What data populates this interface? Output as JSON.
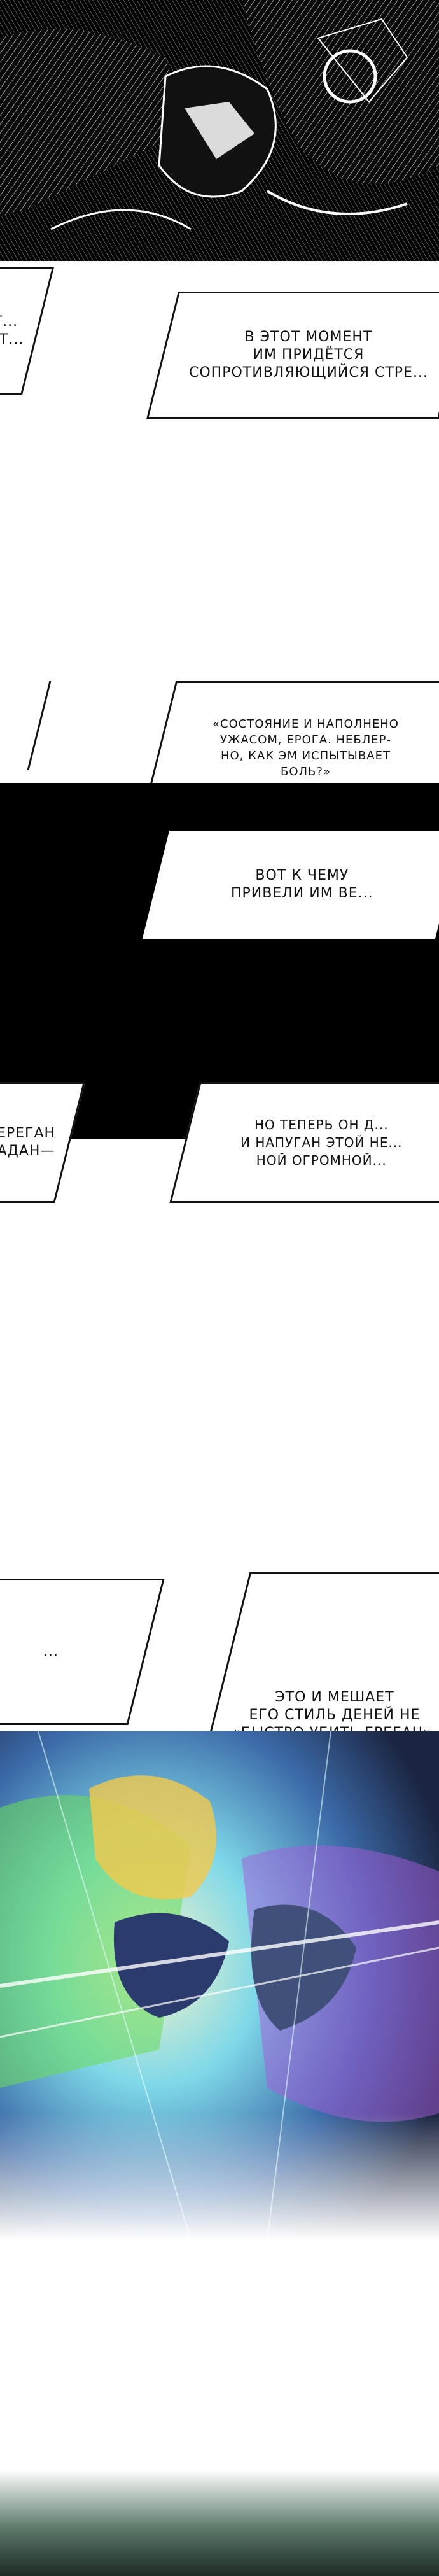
{
  "narration": {
    "box1": "В ЭТОТ МОМЕНТ\nИМ ПРИДЁТСЯ\nСОПРОТИВЛЯЮЩИЙСЯ СТРЕ...",
    "box1_left": "ЭТ...\nНИТ...",
    "box2": "«СОСТОЯНИЕ И НАПОЛНЕНО\nУЖАСОМ, ЕРОГА. НЕБЛЕР-\nНО, КАК ЭМ ИСПЫТЫВАЕТ\nБОЛЬ?»",
    "box3": "ВОТ К ЧЕМУ\nПРИВЕЛИ ИМ ВЕ...",
    "box4": "НО ТЕПЕРЬ ОН Д...\nИ НАПУГАН ЭТОЙ НЕ...\nНОЙ ОГРОМНОЙ...",
    "box4_left": "...ЕРЕГАН\n...АДАН—",
    "box5": "ЭТО И МЕШАЕТ\nЕГО СТИЛЬ ДЕНЕЙ НЕ\n«БЫСТРО УБИТЬ ЕРЕГАН».",
    "box5_left": "..."
  },
  "colors": {
    "ink": "#111111",
    "paper": "#ffffff",
    "band": "#000000",
    "fire": "#f2c94c",
    "cyan": "#4ec9e0",
    "violet": "#a65bd9",
    "green": "#6bdc57"
  }
}
